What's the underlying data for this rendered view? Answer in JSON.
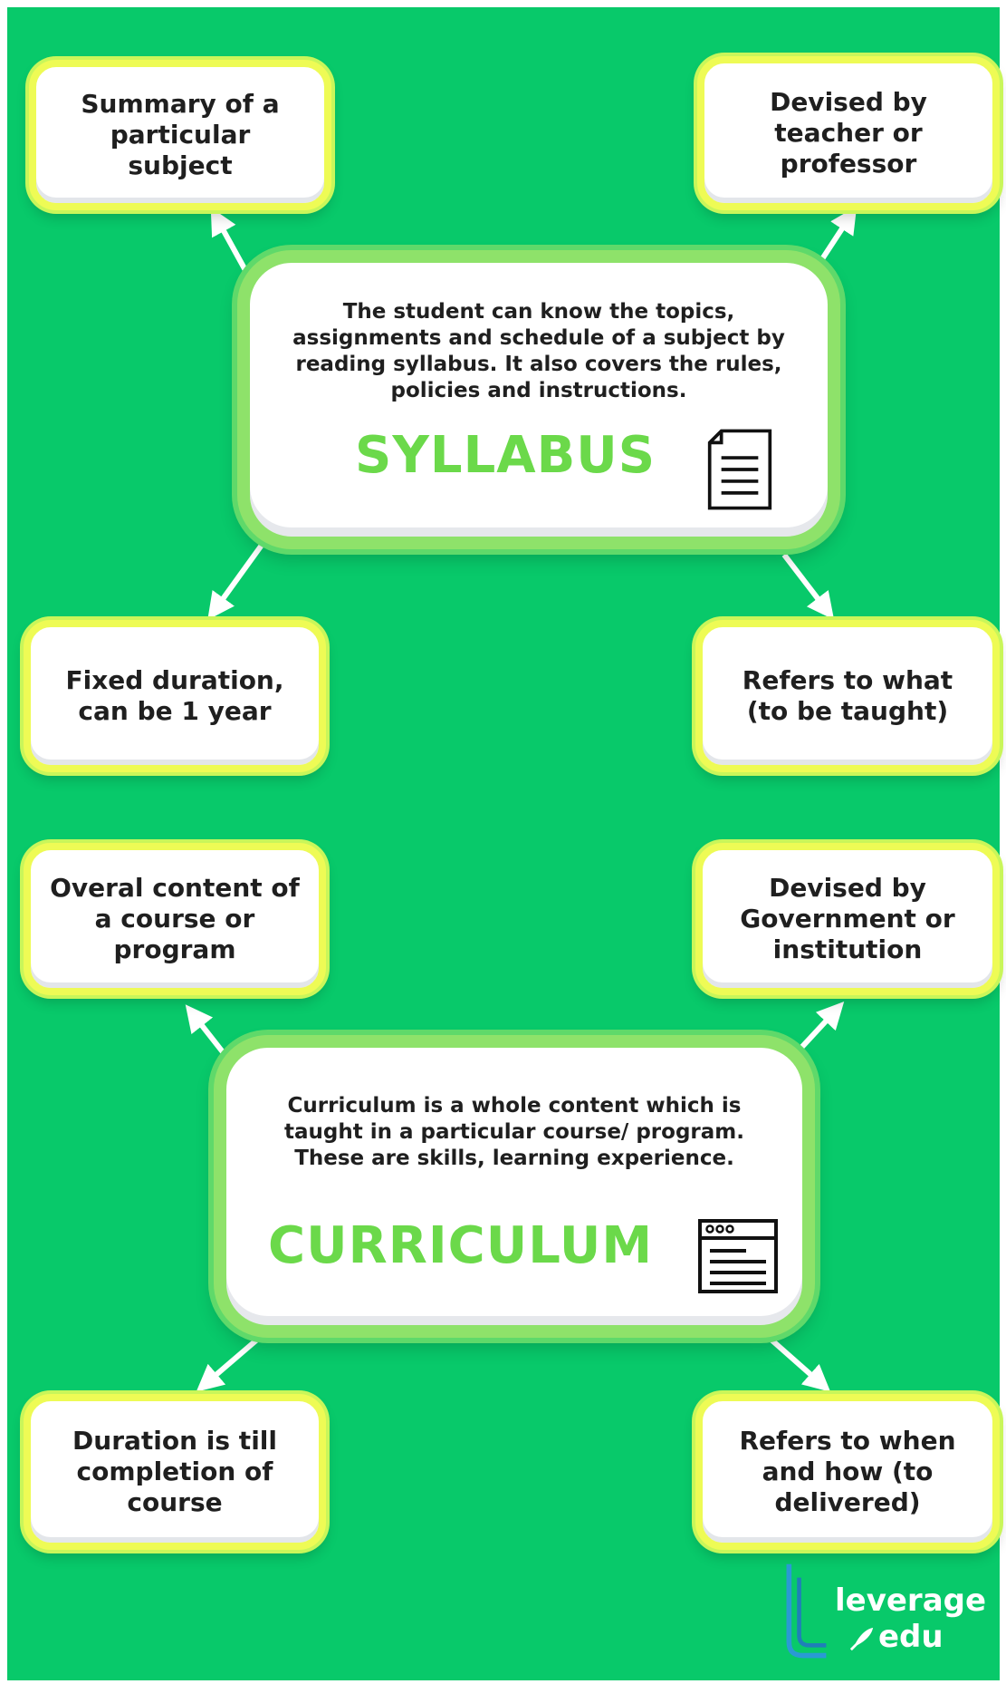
{
  "syllabus": {
    "title": "SYLLABUS",
    "description": "The student can know the topics, assignments and schedule of a subject by reading syllabus. It also covers the rules, policies and instructions.",
    "icon": "document-icon",
    "points": {
      "top_left": "Summary of a particular subject",
      "top_right": "Devised by teacher or professor",
      "bottom_left": "Fixed duration, can be 1 year",
      "bottom_right": "Refers to what (to be taught)"
    }
  },
  "curriculum": {
    "title": "CURRICULUM",
    "description": "Curriculum is a whole content which is taught in a particular course/ program. These are skills, learning experience.",
    "icon": "browser-window-icon",
    "points": {
      "top_left": "Overal content of a course or program",
      "top_right": "Devised by Government or institution",
      "bottom_left": "Duration is till completion of course",
      "bottom_right": "Refers to when and how (to delivered)"
    }
  },
  "brand": {
    "line1": "leverage",
    "line2": "edu",
    "icon": "rocket-icon"
  },
  "colors": {
    "background": "#08c96a",
    "title_green": "#6bd94a",
    "box_border": "#eefb55"
  }
}
